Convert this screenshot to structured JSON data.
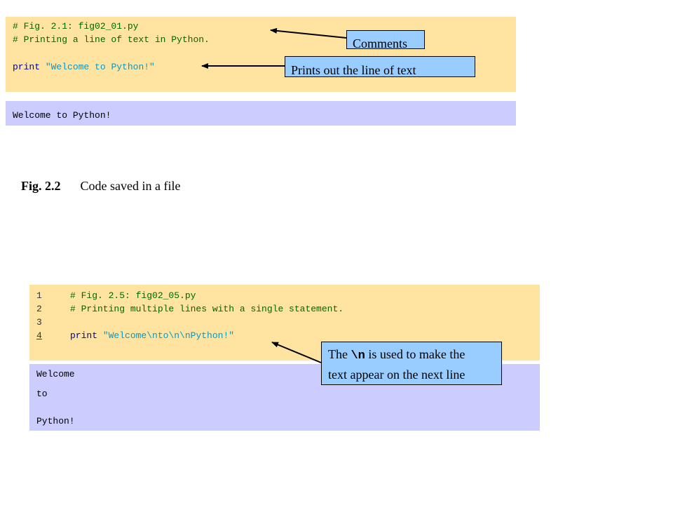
{
  "fig1": {
    "code_lines": [
      "# Fig. 2.1: fig02_01.py",
      "# Printing a line of text in Python."
    ],
    "print_keyword": "print",
    "print_string": "\"Welcome to Python!\"",
    "output": "Welcome to Python!",
    "callout_comments": "Comments",
    "callout_print": "Prints out the line of text"
  },
  "caption": {
    "label": "Fig. 2.2",
    "text": "Code saved in a file"
  },
  "fig2": {
    "line_numbers": [
      "1",
      "2",
      "3",
      "4"
    ],
    "code_lines": [
      "# Fig. 2.5: fig02_05.py",
      "# Printing multiple lines with a single statement.",
      ""
    ],
    "print_keyword": "print",
    "print_string": "\"Welcome\\nto\\n\\nPython!\"",
    "output_lines": [
      "Welcome",
      "to",
      "Python!"
    ],
    "callout_prefix": "The ",
    "callout_code": "\\n",
    "callout_suffix": " is used to make the",
    "callout_line2": "text appear on the next line"
  },
  "colors": {
    "code_background": "#FFE4A1",
    "output_background": "#CCCCFF",
    "callout_background": "#99CCFF",
    "comment_text": "#006600",
    "keyword_text": "#000099",
    "string_text": "#0099CC"
  }
}
